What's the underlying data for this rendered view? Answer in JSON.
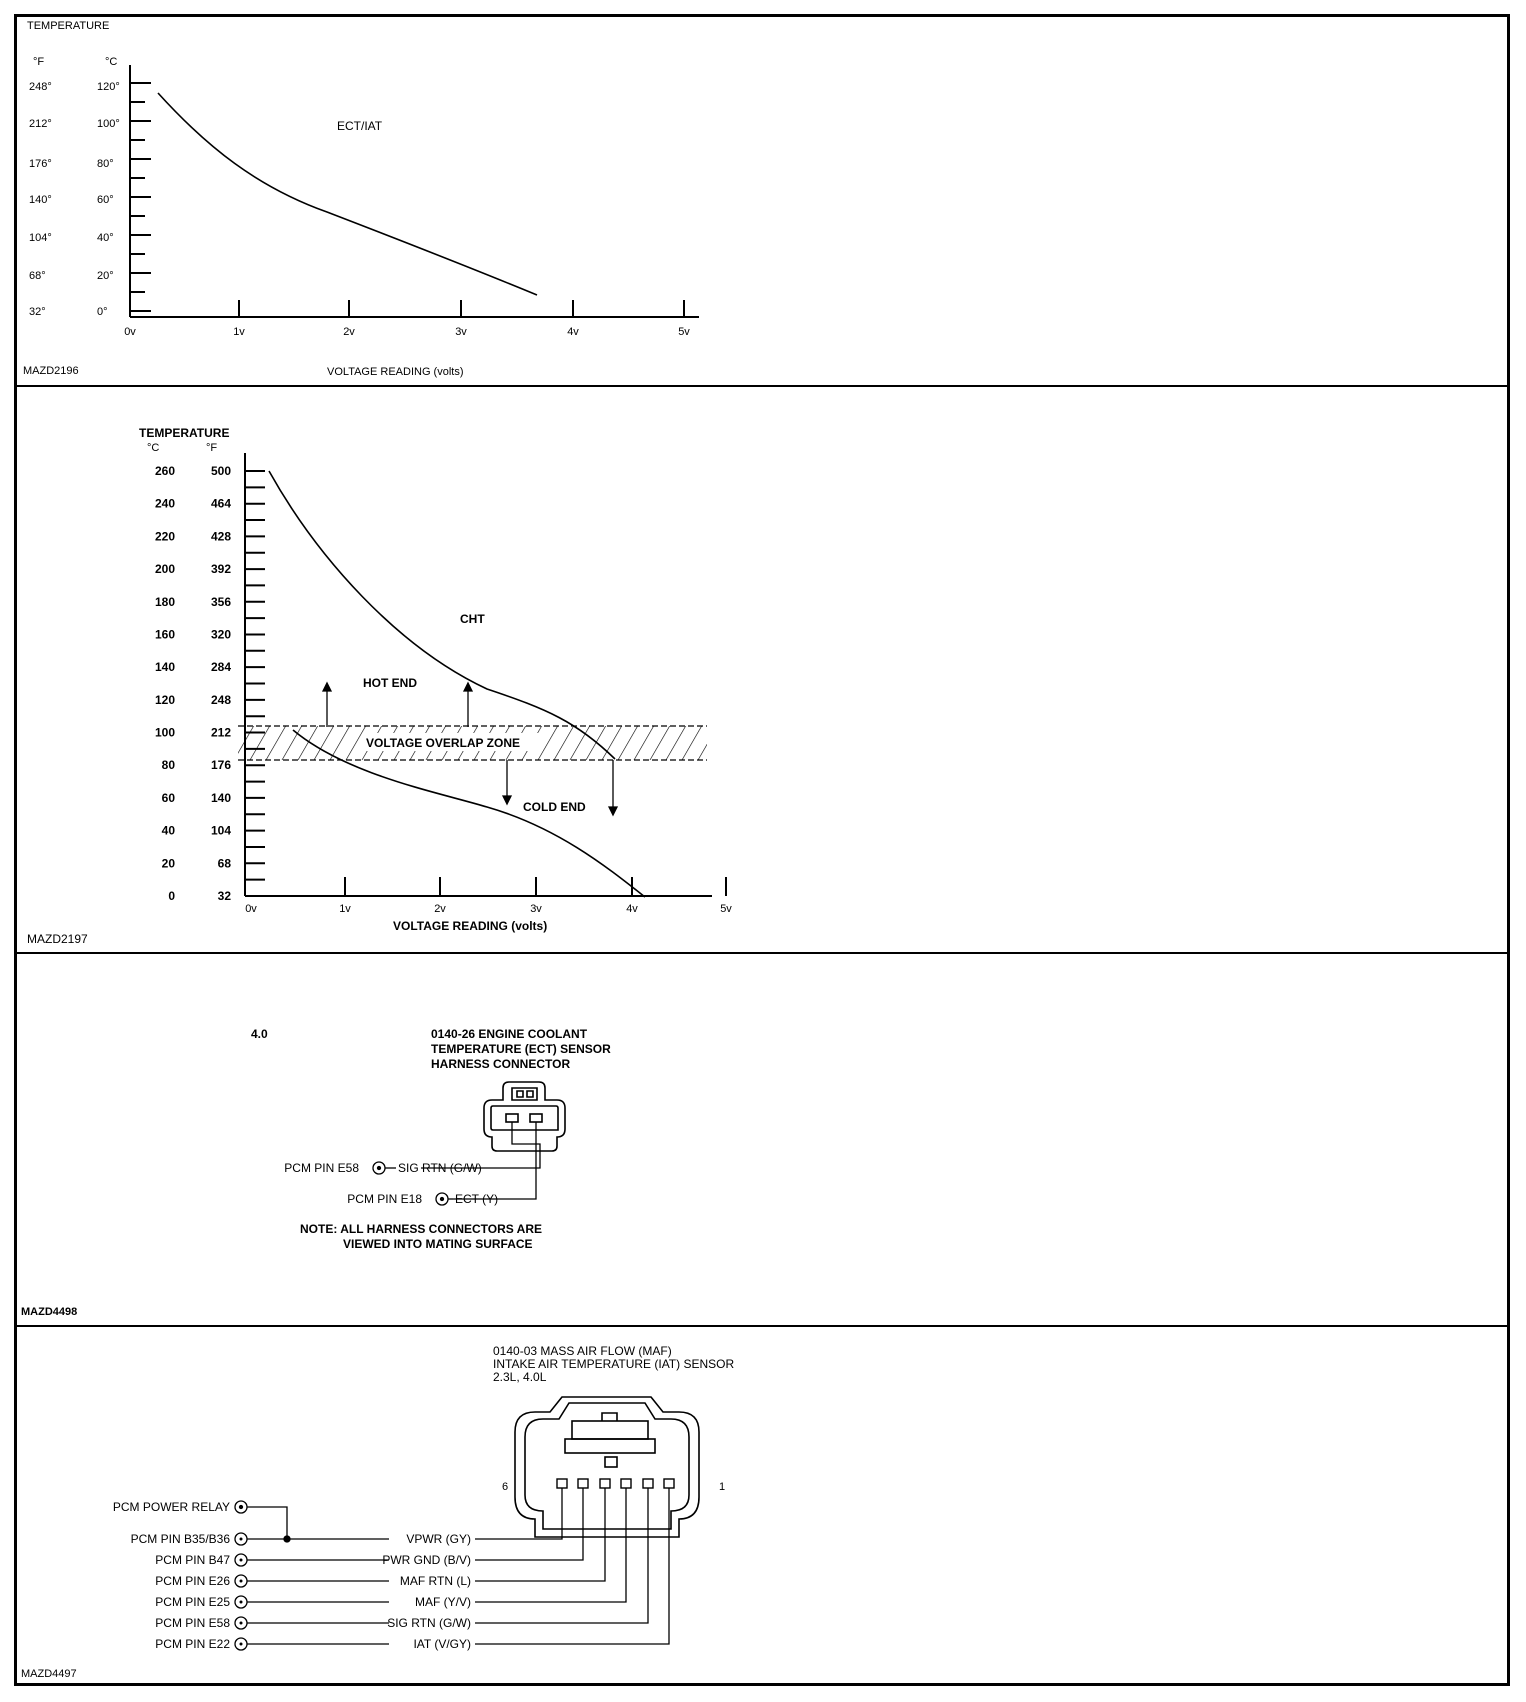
{
  "panel1": {
    "title": "TEMPERATURE",
    "unit_f": "°F",
    "unit_c": "°C",
    "temp_rows": [
      {
        "f": "248°",
        "c": "120°"
      },
      {
        "f": "212°",
        "c": "100°"
      },
      {
        "f": "176°",
        "c": "80°"
      },
      {
        "f": "140°",
        "c": "60°"
      },
      {
        "f": "104°",
        "c": "40°"
      },
      {
        "f": "68°",
        "c": "20°"
      },
      {
        "f": "32°",
        "c": "0°"
      }
    ],
    "volt_ticks": [
      "0v",
      "1v",
      "2v",
      "3v",
      "4v",
      "5v"
    ],
    "curve_label": "ECT/IAT",
    "xlabel": "VOLTAGE READING (volts)",
    "figure_id": "MAZD2196"
  },
  "panel2": {
    "title": "TEMPERATURE",
    "unit_c": "°C",
    "unit_f": "°F",
    "temp_rows": [
      {
        "c": "260",
        "f": "500"
      },
      {
        "c": "240",
        "f": "464"
      },
      {
        "c": "220",
        "f": "428"
      },
      {
        "c": "200",
        "f": "392"
      },
      {
        "c": "180",
        "f": "356"
      },
      {
        "c": "160",
        "f": "320"
      },
      {
        "c": "140",
        "f": "284"
      },
      {
        "c": "120",
        "f": "248"
      },
      {
        "c": "100",
        "f": "212"
      },
      {
        "c": "80",
        "f": "176"
      },
      {
        "c": "60",
        "f": "140"
      },
      {
        "c": "40",
        "f": "104"
      },
      {
        "c": "20",
        "f": "68"
      },
      {
        "c": "0",
        "f": "32"
      }
    ],
    "volt_ticks": [
      "0v",
      "1v",
      "2v",
      "3v",
      "4v",
      "5v"
    ],
    "label_cht": "CHT",
    "label_hot": "HOT END",
    "label_overlap": "VOLTAGE OVERLAP ZONE",
    "label_cold": "COLD END",
    "xlabel": "VOLTAGE READING (volts)",
    "figure_id": "MAZD2197"
  },
  "panel3": {
    "engine": "4.0",
    "title_lines": [
      "0140-26 ENGINE COOLANT",
      "TEMPERATURE (ECT) SENSOR",
      "HARNESS CONNECTOR"
    ],
    "pins": [
      {
        "pcm": "PCM PIN E58",
        "wire": "SIG RTN (G/W)"
      },
      {
        "pcm": "PCM PIN E18",
        "wire": "ECT (Y)"
      }
    ],
    "note_lines": [
      "NOTE: ALL HARNESS CONNECTORS ARE",
      "VIEWED INTO MATING SURFACE"
    ],
    "figure_id": "MAZD4498"
  },
  "panel4": {
    "title_lines": [
      "0140-03 MASS AIR FLOW (MAF)",
      "INTAKE AIR TEMPERATURE (IAT) SENSOR",
      "2.3L, 4.0L"
    ],
    "pin_left": "6",
    "pin_right": "1",
    "relay": "PCM POWER RELAY",
    "pins": [
      {
        "pcm": "PCM PIN B35/B36",
        "wire": "VPWR (GY)"
      },
      {
        "pcm": "PCM PIN B47",
        "wire": "PWR GND (B/V)"
      },
      {
        "pcm": "PCM PIN E26",
        "wire": "MAF RTN (L)"
      },
      {
        "pcm": "PCM PIN E25",
        "wire": "MAF (Y/V)"
      },
      {
        "pcm": "PCM PIN E58",
        "wire": "SIG RTN (G/W)"
      },
      {
        "pcm": "PCM PIN E22",
        "wire": "IAT (V/GY)"
      }
    ],
    "figure_id": "MAZD4497"
  }
}
